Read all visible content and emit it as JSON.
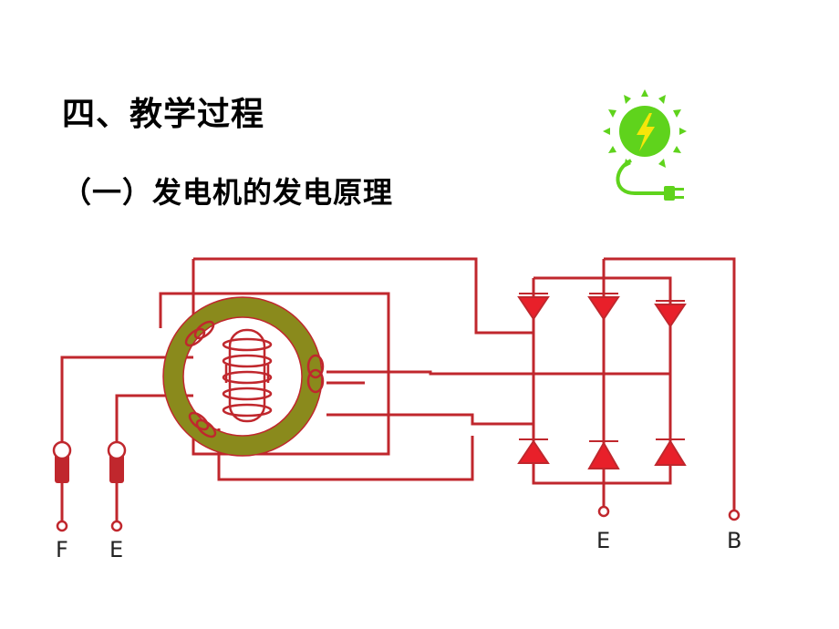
{
  "slide": {
    "title": "四、教学过程",
    "subtitle": "（一）发电机的发电原理"
  },
  "icon": {
    "name": "energy-sun-plug-icon"
  },
  "diagram": {
    "terminals": [
      {
        "id": "field",
        "label": "F"
      },
      {
        "id": "ground-left",
        "label": "E"
      },
      {
        "id": "ground-right",
        "label": "E"
      },
      {
        "id": "battery",
        "label": "B"
      }
    ]
  },
  "colors": {
    "wire": "#c0272d",
    "diode": "#e8202a",
    "stator": "#8a8a1c",
    "logo_green": "#5fd31c",
    "bolt": "#f5e60a"
  }
}
